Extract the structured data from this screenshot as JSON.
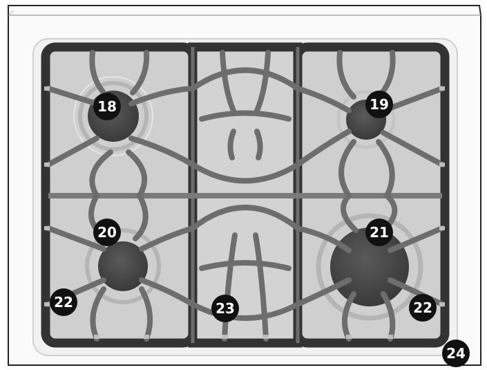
{
  "callouts": {
    "c18": "18",
    "c19": "19",
    "c20": "20",
    "c21": "21",
    "c22_left": "22",
    "c22_right": "22",
    "c23": "23",
    "c24": "24"
  },
  "colors": {
    "panel": "#f2f2f2",
    "well": "#d2d2d2",
    "grate_frame": "#333333",
    "grate_bar": "#6d6d6d",
    "burner_cap": "#4a4a4a",
    "callout_fill": "#111111",
    "callout_text": "#ffffff"
  }
}
